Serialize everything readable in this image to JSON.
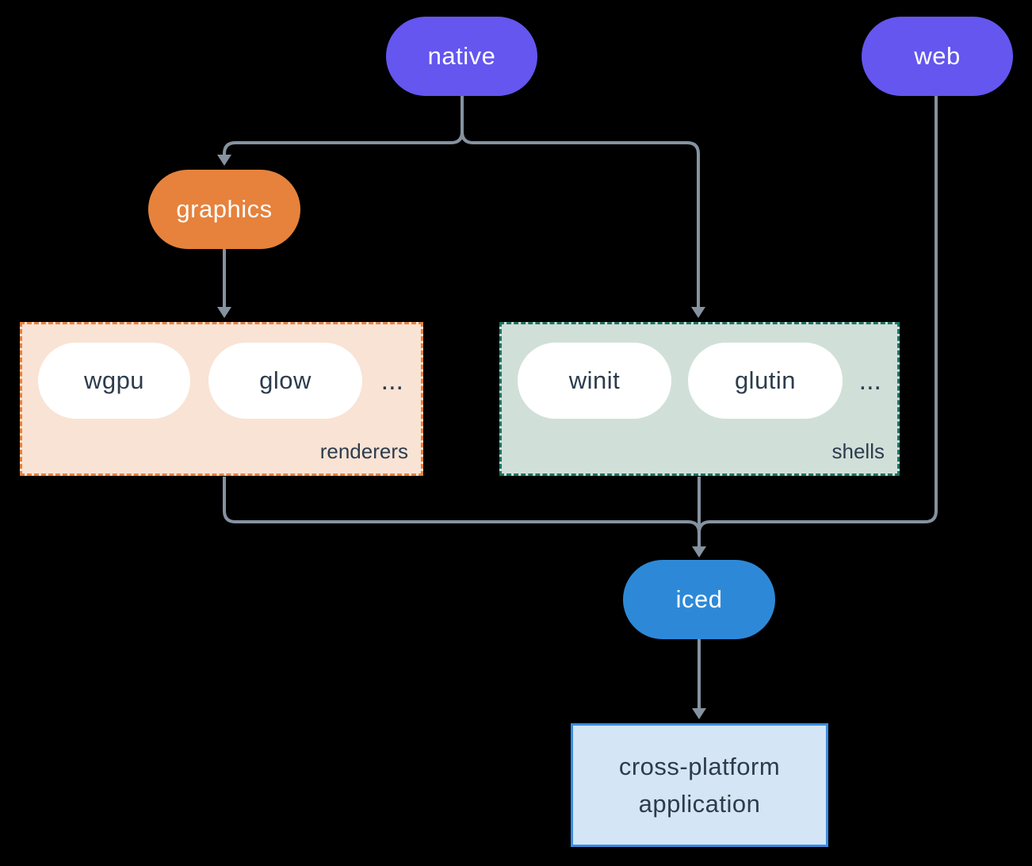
{
  "diagram": {
    "background_color": "#000000",
    "connector_color": "#8592a0",
    "nodes": {
      "native": {
        "label": "native",
        "fill": "#6456ef",
        "text_color": "#ffffff"
      },
      "web": {
        "label": "web",
        "fill": "#6456ef",
        "text_color": "#ffffff"
      },
      "graphics": {
        "label": "graphics",
        "fill": "#e6823c",
        "text_color": "#ffffff"
      },
      "iced": {
        "label": "iced",
        "fill": "#2d89d8",
        "text_color": "#ffffff"
      },
      "application": {
        "line1": "cross-platform",
        "line2": "application",
        "fill": "#d4e5f6",
        "border_color": "#3b8de0",
        "text_color": "#2d3c4d"
      }
    },
    "groups": {
      "renderers": {
        "caption": "renderers",
        "fill": "#f9e3d4",
        "border_color": "#e6823c",
        "items": [
          "wgpu",
          "glow"
        ],
        "ellipsis": "..."
      },
      "shells": {
        "caption": "shells",
        "fill": "#d0e0d9",
        "border_color": "#1e7363",
        "items": [
          "winit",
          "glutin"
        ],
        "ellipsis": "..."
      }
    },
    "edges": [
      "native -> graphics",
      "native -> shells",
      "graphics -> renderers",
      "renderers -> iced",
      "shells -> iced",
      "web -> iced",
      "iced -> application"
    ]
  }
}
